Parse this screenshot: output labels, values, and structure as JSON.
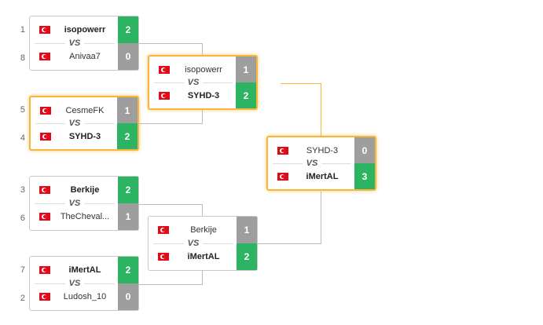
{
  "vs_label": "VS",
  "colors": {
    "win": "#2db463",
    "lose": "#9e9e9e",
    "highlight": "#f6b63c",
    "flag": "#e30a17"
  },
  "round1": [
    {
      "top": {
        "seed": "1",
        "name": "isopowerr",
        "score": "2",
        "flag": "turkey-flag-icon"
      },
      "bottom": {
        "seed": "8",
        "name": "Anivaa7",
        "score": "0",
        "flag": "turkey-flag-icon"
      }
    },
    {
      "top": {
        "seed": "5",
        "name": "CesmeFK",
        "score": "1",
        "flag": "turkey-flag-icon"
      },
      "bottom": {
        "seed": "4",
        "name": "SYHD-3",
        "score": "2",
        "flag": "turkey-flag-icon"
      }
    },
    {
      "top": {
        "seed": "3",
        "name": "Berkije",
        "score": "2",
        "flag": "turkey-flag-icon"
      },
      "bottom": {
        "seed": "6",
        "name": "TheCheval...",
        "score": "1",
        "flag": "turkey-flag-icon"
      }
    },
    {
      "top": {
        "seed": "7",
        "name": "iMertAL",
        "score": "2",
        "flag": "turkey-flag-icon"
      },
      "bottom": {
        "seed": "2",
        "name": "Ludosh_10",
        "score": "0",
        "flag": "turkey-flag-icon"
      }
    }
  ],
  "semifinals": [
    {
      "top": {
        "name": "isopowerr",
        "score": "1"
      },
      "bottom": {
        "name": "SYHD-3",
        "score": "2"
      }
    },
    {
      "top": {
        "name": "Berkije",
        "score": "1"
      },
      "bottom": {
        "name": "iMertAL",
        "score": "2"
      }
    }
  ],
  "final": {
    "top": {
      "name": "SYHD-3",
      "score": "0"
    },
    "bottom": {
      "name": "iMertAL",
      "score": "3"
    }
  }
}
